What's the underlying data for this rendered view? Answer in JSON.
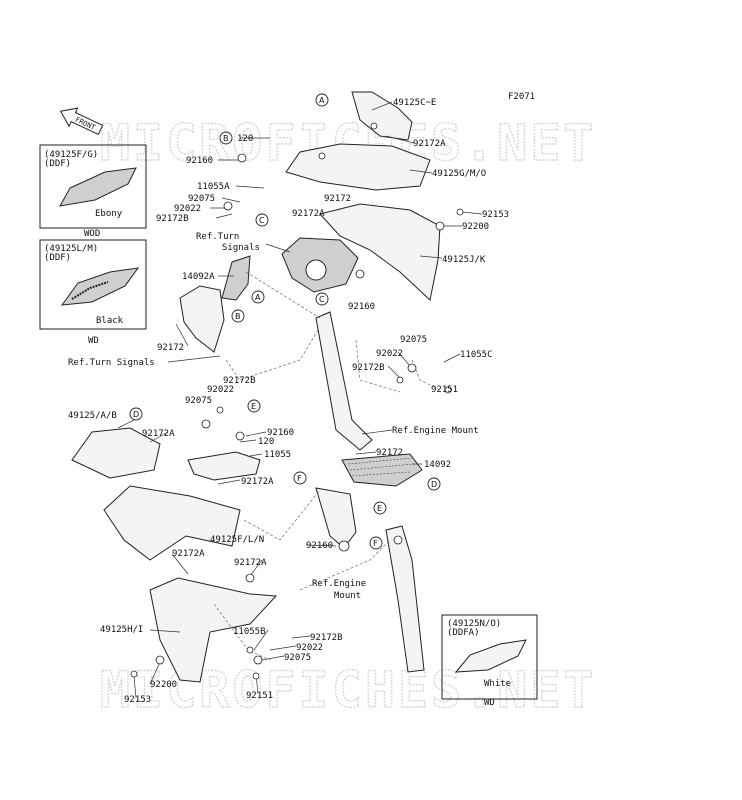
{
  "figure_code": "F2071",
  "watermark": [
    "MICROFICHES.NET",
    "MICROFICHES.NET"
  ],
  "front_arrow": "FRONT",
  "callout_boxes": [
    {
      "part": "(49125F/G)",
      "finish": "(DDF)",
      "color": "Ebony",
      "code": "WOD"
    },
    {
      "part": "(49125L/M)",
      "finish": "(DDF)",
      "color": "Black",
      "code": "WD"
    },
    {
      "part": "(49125N/O)",
      "finish": "(DDFA)",
      "color": "White",
      "code": "WD"
    }
  ],
  "labels": {
    "p49125CE": "49125C~E",
    "p92172A_1": "92172A",
    "p120_1": "120",
    "p92160_1": "92160",
    "p49125GMO": "49125G/M/O",
    "p11055A": "11055A",
    "p92075_1": "92075",
    "p92022_1": "92022",
    "p92172B_1": "92172B",
    "p92172_top": "92172",
    "p92172A_2": "92172A",
    "p92153_1": "92153",
    "p92200_1": "92200",
    "ref_turn_1a": "Ref.Turn",
    "ref_turn_1b": "Signals",
    "p14092A": "14092A",
    "p49125JK": "49125J/K",
    "p92160_2": "92160",
    "p92075_2": "92075",
    "p92022_2": "92022",
    "p11055C": "11055C",
    "p92172B_2": "92172B",
    "p92151_1": "92151",
    "p92172_left": "92172",
    "ref_turn_2": "Ref.Turn Signals",
    "p92172B_3": "92172B",
    "p92022_3": "92022",
    "p92075_3": "92075",
    "p49125AB": "49125/A/B",
    "p92172A_3": "92172A",
    "p92160_3": "92160",
    "p120_2": "120",
    "p11055": "11055",
    "ref_engine_1": "Ref.Engine Mount",
    "p92172_mid": "92172",
    "p14092": "14092",
    "p92172A_4": "92172A",
    "p49125FLN": "49125F/L/N",
    "p92160_4": "92160",
    "p92172A_5": "92172A",
    "p92172A_6": "92172A",
    "ref_engine_2a": "Ref.Engine",
    "ref_engine_2b": "Mount",
    "p49125HI": "49125H/I",
    "p11055B": "11055B",
    "p92172B_4": "92172B",
    "p92022_4": "92022",
    "p92075_4": "92075",
    "p92200_2": "92200",
    "p92153_2": "92153",
    "p92151_2": "92151"
  },
  "reference_markers": [
    "A",
    "B",
    "C",
    "D",
    "E",
    "F"
  ]
}
